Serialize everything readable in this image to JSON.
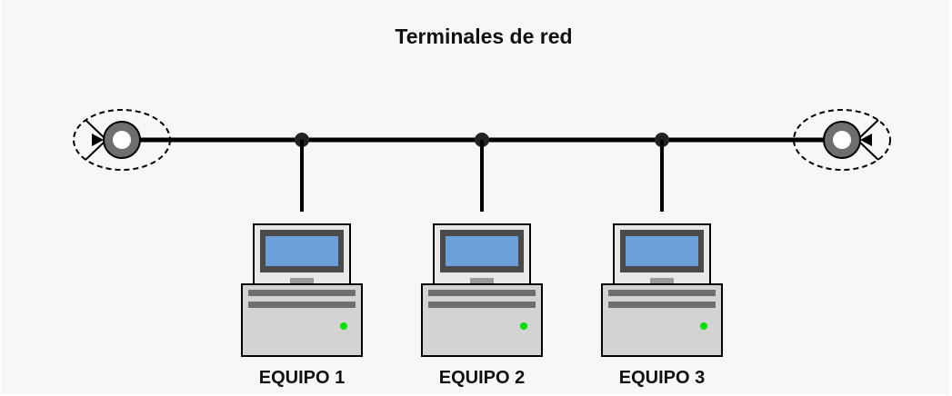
{
  "title": "Terminales de red",
  "computers": [
    {
      "label": "EQUIPO 1"
    },
    {
      "label": "EQUIPO 2"
    },
    {
      "label": "EQUIPO 3"
    }
  ],
  "colors": {
    "background": "#f7f7f7",
    "line": "#000000",
    "screen": "#6a9fd8",
    "monitor_frame": "#4a4a4a",
    "case": "#d3d3d3",
    "led": "#00e000",
    "terminator": "#6e6e6e"
  }
}
